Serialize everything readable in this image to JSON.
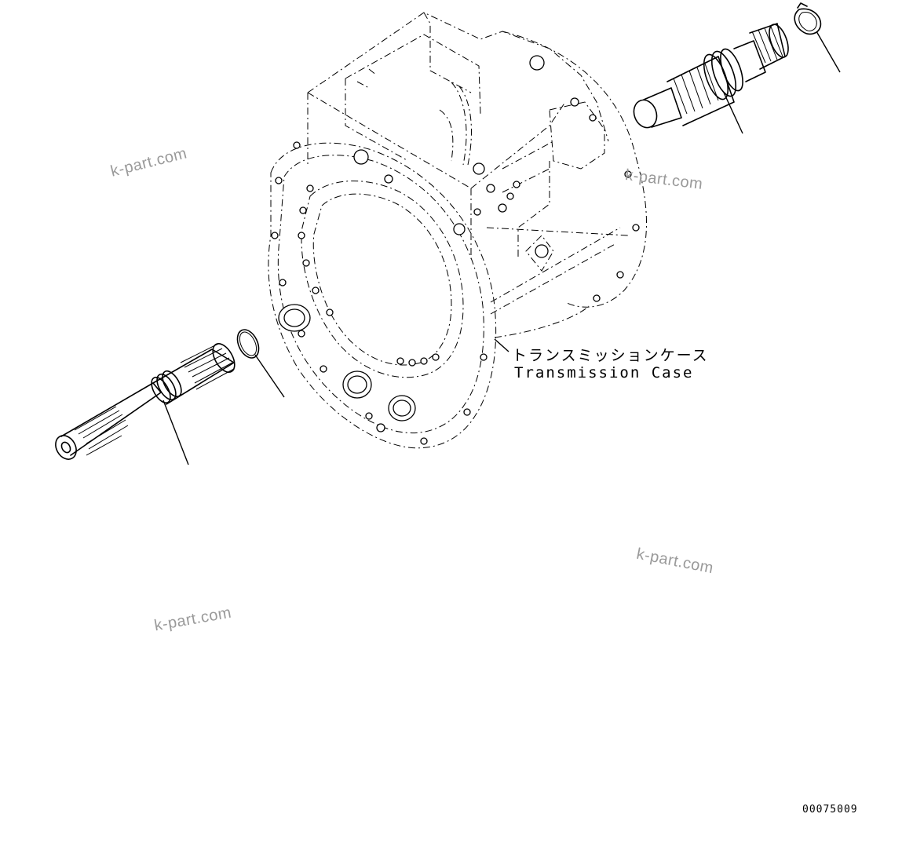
{
  "part_label": {
    "japanese": "トランスミッションケース",
    "english": "Transmission Case"
  },
  "watermarks": [
    "k-part.com",
    "k-part.com",
    "k-part.com",
    "k-part.com"
  ],
  "drawing_number": "00075009",
  "icons": [
    "transmission-case",
    "output-shaft-left",
    "snap-ring-left",
    "output-shaft-right",
    "snap-ring-right"
  ]
}
